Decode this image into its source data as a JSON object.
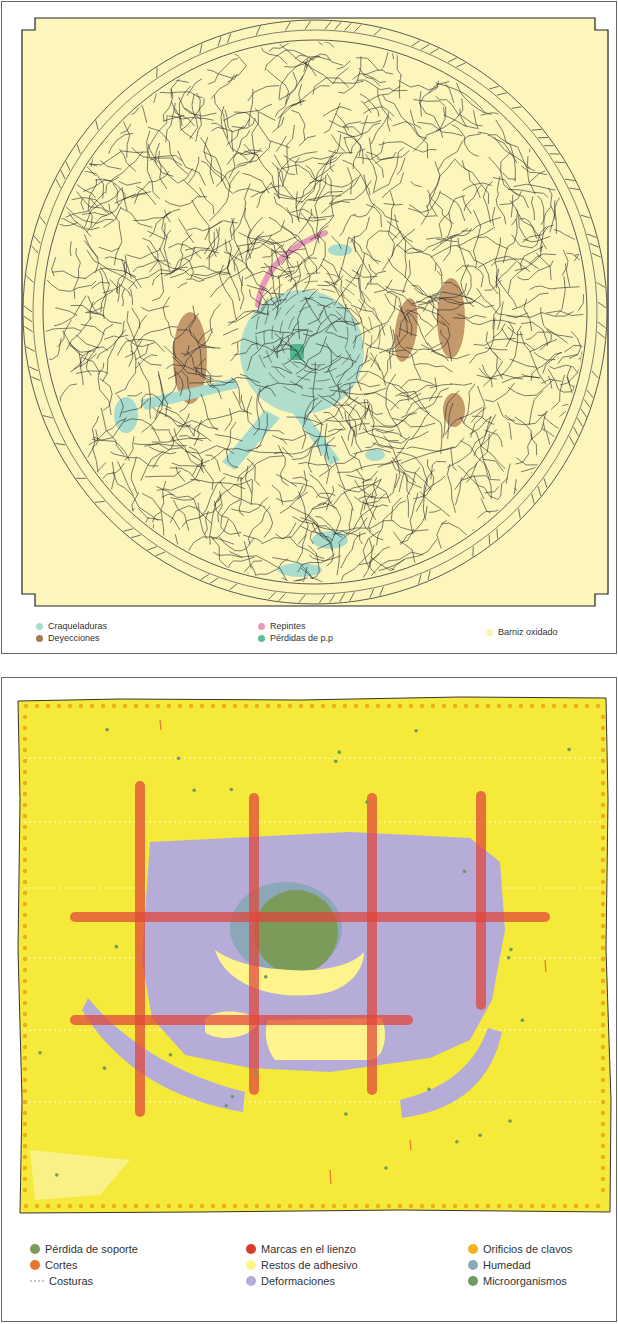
{
  "diagram": {
    "legend": [
      {
        "text": "Craqueladuras",
        "color": "#a8dccc"
      },
      {
        "text": "Deyecciones",
        "color": "#a87a52"
      },
      {
        "text": "Repintes",
        "color": "#e89ab8"
      },
      {
        "text": "Pérdidas de p.p",
        "color": "#5fbf9c"
      },
      {
        "text": "Barniz oxidado",
        "color": "#fbf3b0"
      },
      {
        "text": "Pérdida de soporte",
        "color": "#7c9a5a"
      },
      {
        "text": "Marcas en el lienzo",
        "color": "#d93a2e"
      },
      {
        "text": "Orificios de clavos",
        "color": "#f2b520"
      },
      {
        "text": "Cortes",
        "color": "#e8762c"
      },
      {
        "text": "Restos de adhesivo",
        "color": "#fff38c"
      },
      {
        "text": "Humedad",
        "color": "#8ca8b8"
      },
      {
        "text": "Costuras"
      },
      {
        "text": "Deformaciones",
        "color": "#b5acd8"
      },
      {
        "text": "Microorganismos",
        "color": "#6c9c62"
      }
    ]
  }
}
